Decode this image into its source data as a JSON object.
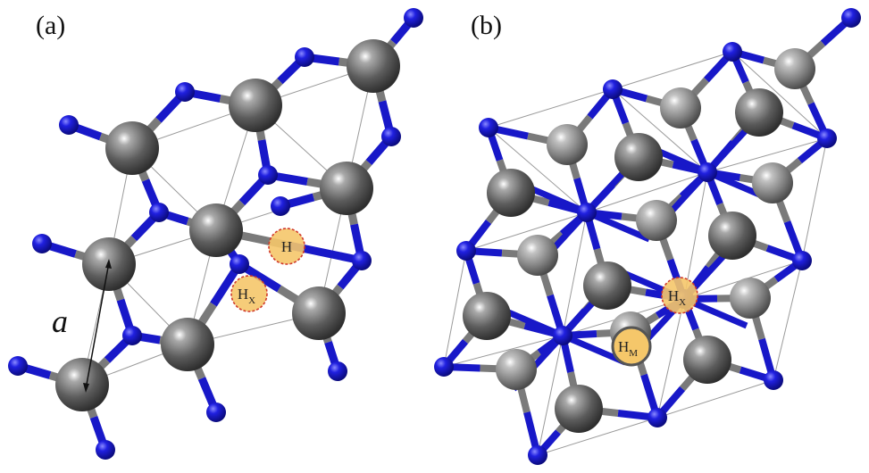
{
  "panels": [
    {
      "label": "(a)"
    },
    {
      "label": "(b)"
    }
  ],
  "sites": {
    "h": "H",
    "hx_main": "H",
    "hx_sub": "X",
    "hm_main": "H",
    "hm_sub": "M"
  },
  "lattice_constant": "a",
  "colors": {
    "metal_atom": "#6f6f6f",
    "metal_atom_b": "#8a8a8a",
    "nonmetal_atom": "#1a1ad0",
    "bond_blue": "#1818c8",
    "bond_gray": "#7a7a7a",
    "site_fill": "#f5c76a",
    "site_border": "#d0392b",
    "cell_line": "#9a9a9a"
  }
}
